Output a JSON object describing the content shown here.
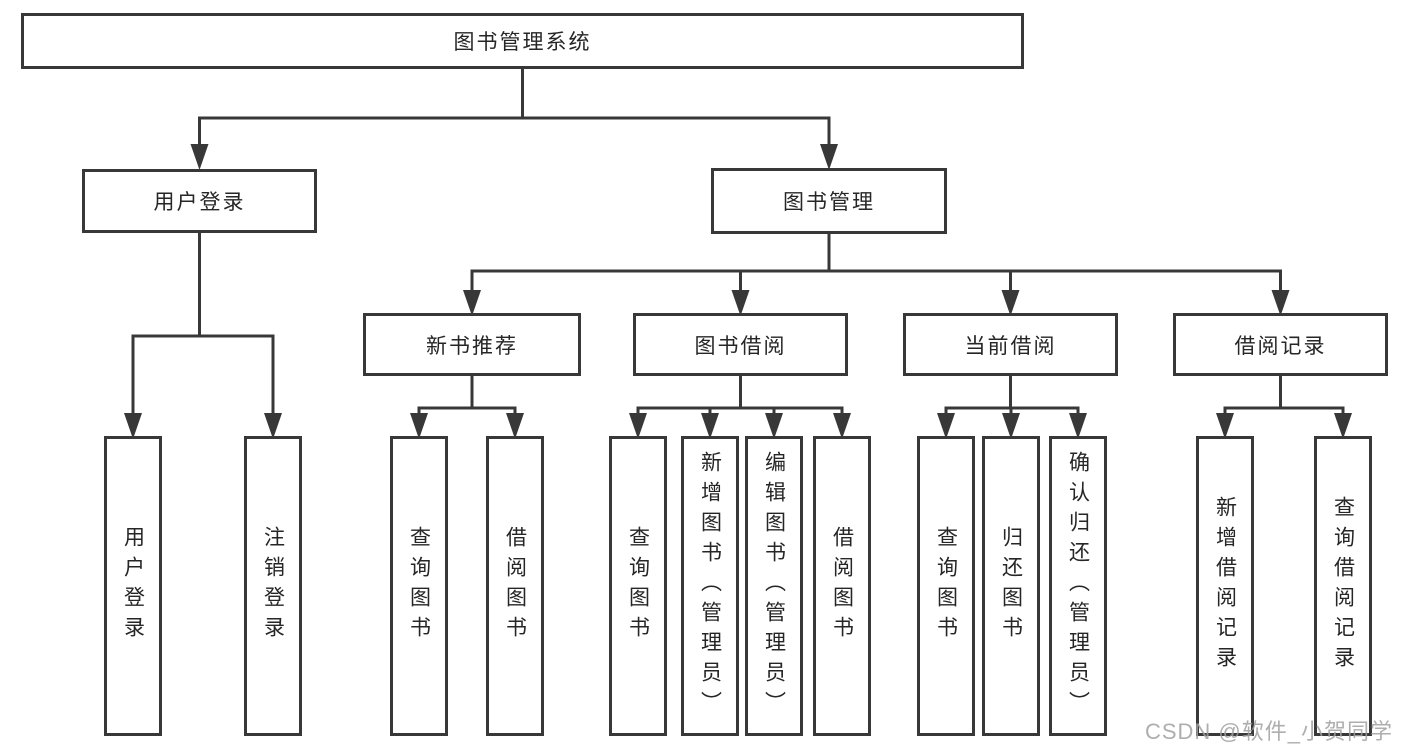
{
  "tree": {
    "label": "图书管理系统",
    "children": [
      {
        "label": "用户登录",
        "children": [
          {
            "label": "用户登录"
          },
          {
            "label": "注销登录"
          }
        ]
      },
      {
        "label": "图书管理",
        "children": [
          {
            "label": "新书推荐",
            "children": [
              {
                "label": "查询图书"
              },
              {
                "label": "借阅图书"
              }
            ]
          },
          {
            "label": "图书借阅",
            "children": [
              {
                "label": "查询图书"
              },
              {
                "label": "新增图书（管理员）"
              },
              {
                "label": "编辑图书（管理员）"
              },
              {
                "label": "借阅图书"
              }
            ]
          },
          {
            "label": "当前借阅",
            "children": [
              {
                "label": "查询图书"
              },
              {
                "label": "归还图书"
              },
              {
                "label": "确认归还（管理员）"
              }
            ]
          },
          {
            "label": "借阅记录",
            "children": [
              {
                "label": "新增借阅记录"
              },
              {
                "label": "查询借阅记录"
              }
            ]
          }
        ]
      }
    ]
  },
  "watermark": "CSDN @软件_小贺同学",
  "colors": {
    "line": "#383838",
    "box_border": "#383838",
    "text": "#262626",
    "watermark": "#a0a0a0",
    "background": "#ffffff"
  }
}
